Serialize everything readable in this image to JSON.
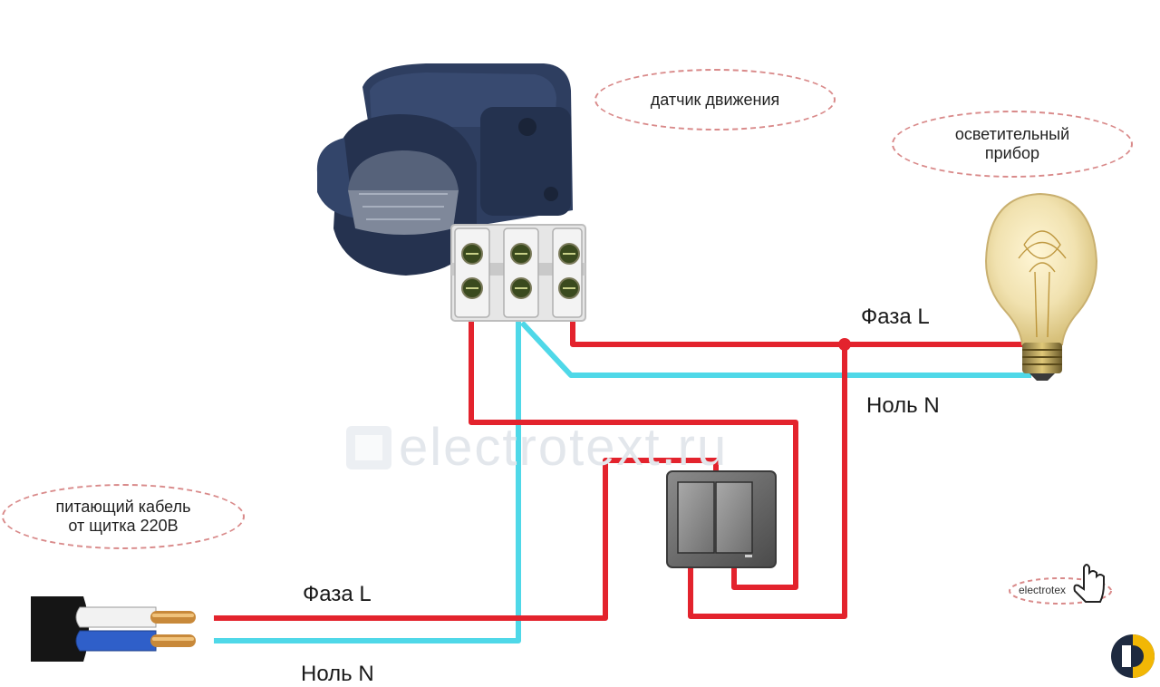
{
  "labels": {
    "motion_sensor": "датчик движения",
    "lighting_device_line1": "осветительный",
    "lighting_device_line2": "прибор",
    "supply_cable_line1": "питающий кабель",
    "supply_cable_line2": "от щитка 220В",
    "phase_top": "Фаза L",
    "neutral_top": "Ноль N",
    "phase_bottom": "Фаза L",
    "neutral_bottom": "Ноль N"
  },
  "watermark": {
    "center_text": "electrotext.ru",
    "corner_text": "electrotex"
  },
  "colors": {
    "phase_wire": "#e3232d",
    "neutral_wire": "#4fd8e8",
    "sensor_body": "#2a3a5c",
    "bubble_border": "#d98a8a"
  },
  "icons": [
    "motion-sensor-icon",
    "terminal-block-icon",
    "light-bulb-icon",
    "wall-switch-icon",
    "power-cable-icon",
    "hand-cursor-icon",
    "logo-icon"
  ]
}
